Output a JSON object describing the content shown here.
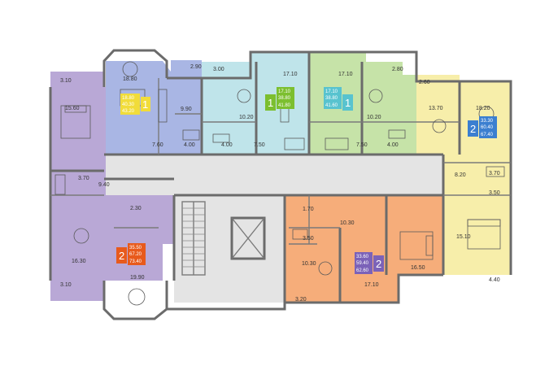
{
  "colors": {
    "lilac": "#b9a8d6",
    "blue": "#a9b6e4",
    "cyan": "#bfe4ea",
    "green": "#c6e3a8",
    "yellow": "#f7eeaa",
    "orange": "#f6ad7a",
    "gray": "#e4e4e4",
    "badge_yellow": "#f1dc3a",
    "badge_green": "#7cbf2f",
    "badge_cyan": "#58c3cf",
    "badge_blue": "#3b7fd0",
    "badge_orange": "#e85a1c",
    "badge_purple": "#7b62b8"
  },
  "rooms": {
    "lilac_top_loggia": "3.10",
    "lilac_top_bedroom": "15.60",
    "lilac_bath": "3.70",
    "lilac_hall": "9.40",
    "lilac_wc": "2.30",
    "lilac_kitchen": "16.30",
    "lilac_bottom_loggia": "3.10",
    "lilac_living": "19.90",
    "blue_living": "18.80",
    "blue_hall": "7.60",
    "blue_kitchen": "9.90",
    "blue_bath": "4.00",
    "blue_loggia": "2.90",
    "cyan_loggia": "3.00",
    "cyan_kitchen": "10.20",
    "cyan_bath": "4.00",
    "cyan_hall": "7.50",
    "cyan_living": "17.10",
    "green_living": "17.10",
    "green_kitchen": "10.20",
    "green_bath": "4.00",
    "green_hall": "7.50",
    "green_loggia": "2.80",
    "yellow_loggia": "2.60",
    "yellow_kitchen": "13.70",
    "yellow_living": "18.20",
    "yellow_hall": "8.20",
    "yellow_bath": "3.70",
    "yellow_wc": "3.50",
    "yellow_bedroom": "15.10",
    "yellow_balcony": "4.40",
    "orange_wc": "1.70",
    "orange_hall": "10.30",
    "orange_bath": "3.50",
    "orange_kitchen": "10.30",
    "orange_bedroom": "16.50",
    "orange_living": "17.10",
    "orange_loggia": "3.20"
  },
  "badges": {
    "b1": {
      "living": "18.80",
      "total": "40.30",
      "gross": "43.20",
      "rooms": "1"
    },
    "b2": {
      "living": "17.10",
      "total": "38.80",
      "gross": "41.80",
      "rooms": "1"
    },
    "b3": {
      "living": "17.10",
      "total": "38.80",
      "gross": "41.60",
      "rooms": "1"
    },
    "b4": {
      "living": "33.30",
      "total": "60.40",
      "gross": "67.40",
      "rooms": "2"
    },
    "b5": {
      "living": "35.50",
      "total": "67.20",
      "gross": "73.40",
      "rooms": "2"
    },
    "b6": {
      "living": "33.60",
      "total": "59.40",
      "gross": "62.60",
      "rooms": "2"
    }
  }
}
